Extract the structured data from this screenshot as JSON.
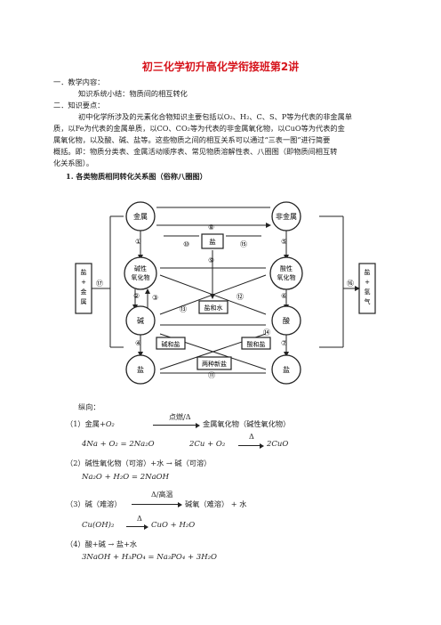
{
  "title": "初三化学初升高化学衔接班第2讲",
  "sections": {
    "s1_heading": "一．教学内容：",
    "s1_body": "知识系统小结：物质间的相互转化",
    "s2_heading": "二．知识要点：",
    "para": [
      "初中化学所涉及的元素化合物知识主要包括以O₂、H₂、C、S、P等为代表的非金属单",
      "质，以Fe为代表的金属单质，以CO、CO₂等为代表的非金属氧化物，以CuO等为代表的金",
      "属氧化物，以及酸、碱、盐等。这些物质之间的相互关系可以通过“三表一图”进行简要",
      "概括。即：物质分类表、金属活动顺序表、常见物质溶解性表、八圈图（即物质间相互转",
      "化关系图）。"
    ],
    "item1": "1. 各类物质相同转化关系图（俗称八圈图）"
  },
  "diagram": {
    "nodes": {
      "metal": "金属",
      "nonmetal": "非金属",
      "basic_oxide": [
        "碱性",
        "氧化物"
      ],
      "acidic_oxide": [
        "酸性",
        "氧化物"
      ],
      "base": "碱",
      "acid": "酸",
      "salt_left": "盐",
      "salt_right": "盐",
      "salt_top": "盐",
      "salt_water": "盐和水",
      "base_salt": "碱和盐",
      "acid_salt": "酸和盐",
      "two_salts": "两种新盐",
      "left_box": [
        "盐",
        "+",
        "金",
        "属"
      ],
      "right_box": [
        "盐",
        "+",
        "氢",
        "气"
      ]
    },
    "numbers": [
      "①",
      "②",
      "③",
      "④",
      "⑤",
      "⑥",
      "⑦",
      "⑧",
      "⑨",
      "⑩",
      "⑪",
      "⑫",
      "⑬",
      "⑭",
      "⑮",
      "⑯",
      "⑰"
    ]
  },
  "zongxiang": "纵向：",
  "items": {
    "i1_label": "（1）金属+",
    "i1_o2": "O₂",
    "i1_cond": "点燃/Δ",
    "i1_result": "金属氧化物（碱性氧化物）",
    "i1_eq_a": "4Na + O₂ = 2Na₂O",
    "i1_eq_b_left": "2Cu + O₂",
    "i1_eq_b_cond": "Δ",
    "i1_eq_b_right": "2CuO",
    "i2_label": "（2）碱性氧化物（可溶）+水 → 碱（可溶）",
    "i2_eq": "Na₂O + H₂O = 2NaOH",
    "i3_label_a": "（3）碱（难溶）",
    "i3_cond": "Δ/高温",
    "i3_label_b": "碱氧（难溶） + 水",
    "i3_eq_left": "Cu(OH)₂",
    "i3_eq_cond": "Δ",
    "i3_eq_right": "CuO + H₂O",
    "i4_label": "（4）酸+碱 → 盐+水",
    "i4_eq": "3NaOH + H₃PO₄ = Na₃PO₄ + 3H₂O"
  }
}
